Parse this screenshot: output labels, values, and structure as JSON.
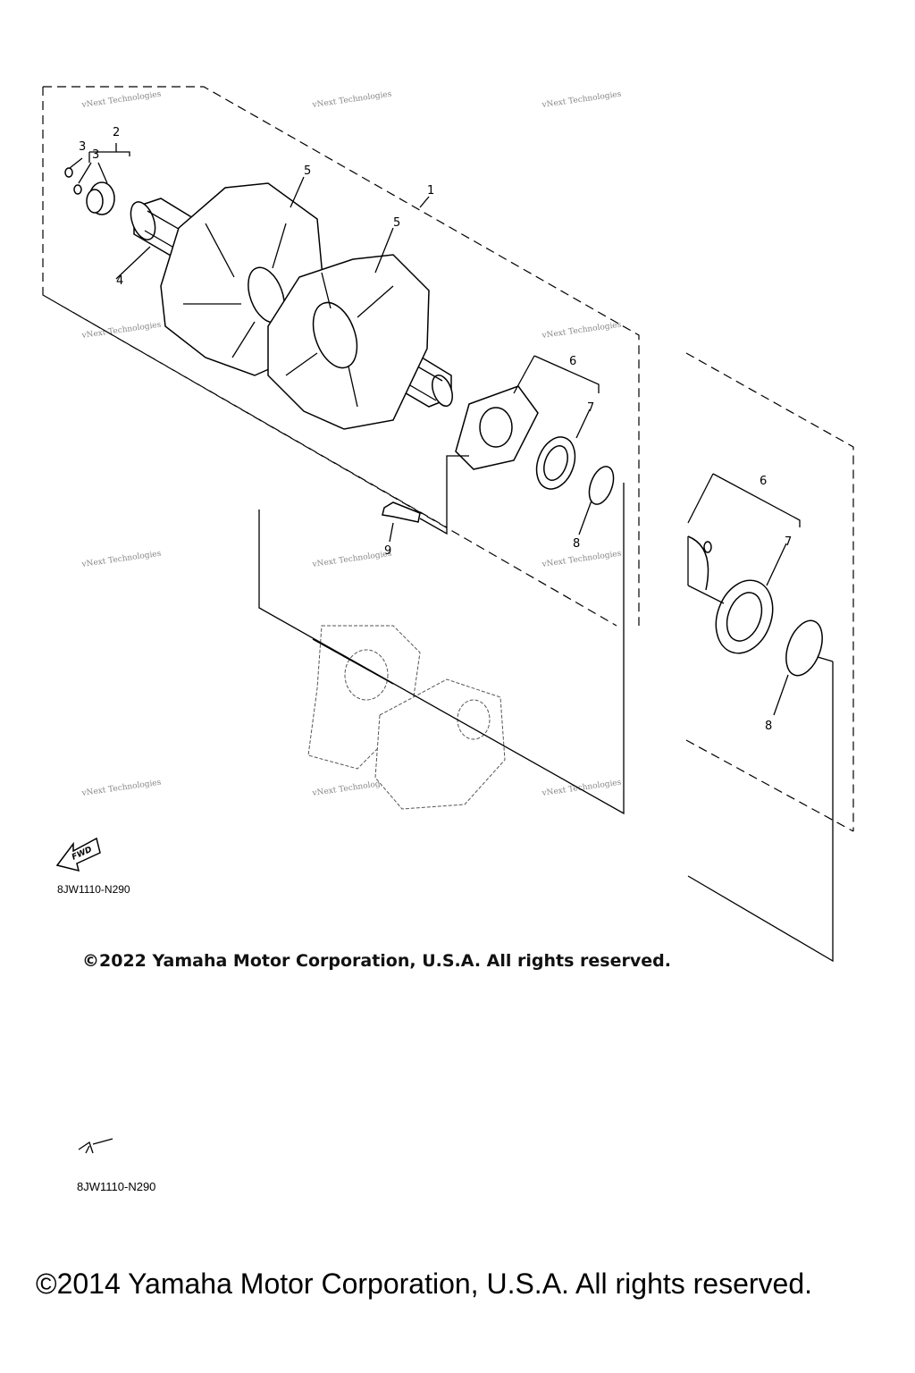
{
  "callouts": {
    "c1": "1",
    "c2": "2",
    "c3a": "3",
    "c3b": "3",
    "c4": "4",
    "c5a": "5",
    "c5b": "5",
    "c6a": "6",
    "c6b": "6",
    "c7a": "7",
    "c7b": "7",
    "c8a": "8",
    "c8b": "8",
    "c9": "9"
  },
  "watermark": "vNext Technologies",
  "fwd_label": "FWD",
  "diagram_codes": [
    "8JW1110-N290",
    "8JW1110-N290"
  ],
  "copyright_primary": "©2022 Yamaha Motor Corporation, U.S.A. All rights reserved.",
  "copyright_secondary": "©2014 Yamaha Motor Corporation, U.S.A. All rights reserved."
}
